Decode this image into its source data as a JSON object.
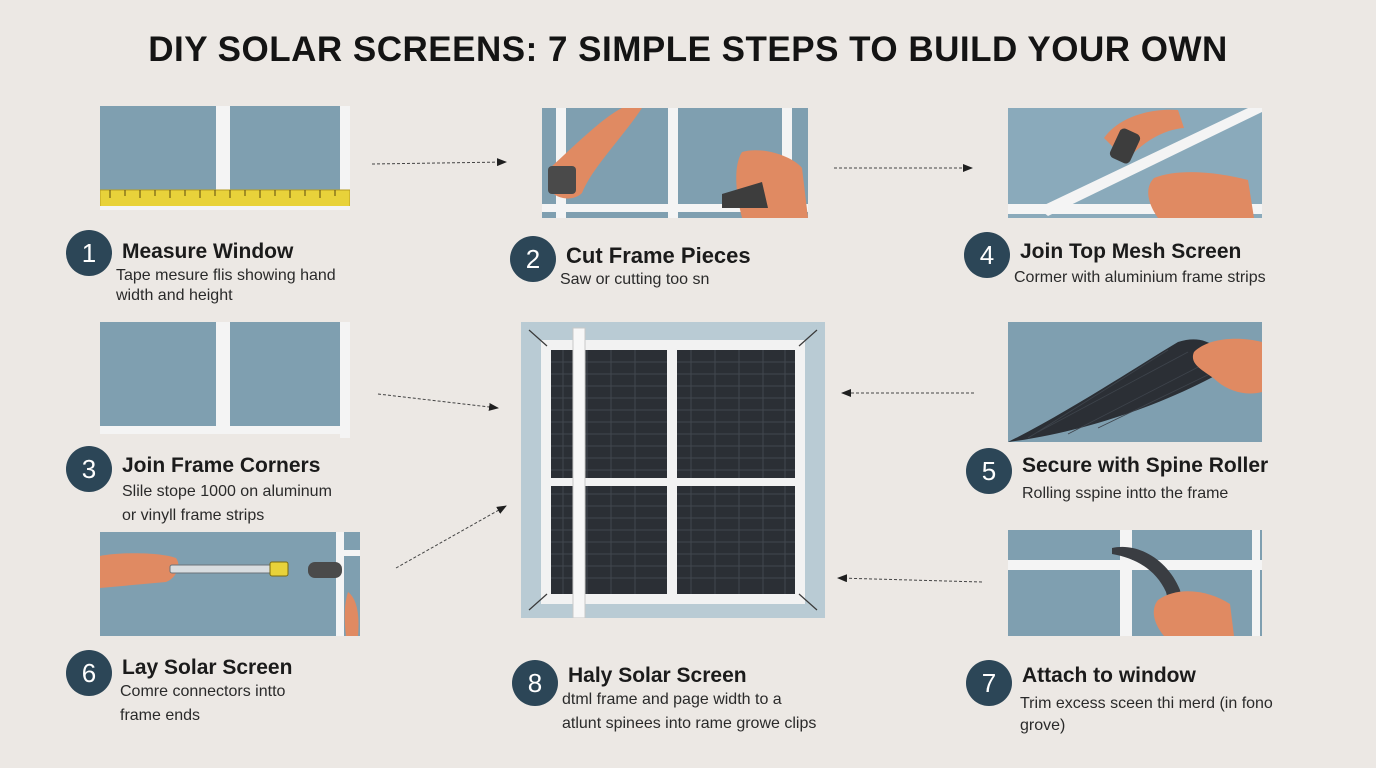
{
  "title": "DIY SOLAR SCREENS:  7 SIMPLE STEPS TO BUILD YOUR OWN",
  "colors": {
    "background": "#ece8e4",
    "panel_blue": "#7f9fb0",
    "badge": "#2c4657",
    "mesh": "#2b2f35",
    "skin": "#e08a62",
    "tape": "#e8d23a"
  },
  "steps": [
    {
      "number": "1",
      "title": "Measure Window",
      "desc_line1": "Tape mesure flis showing hand",
      "desc_line2": "width and height"
    },
    {
      "number": "2",
      "title": "Cut Frame Pieces",
      "desc_line1": "Saw or cutting too sn",
      "desc_line2": ""
    },
    {
      "number": "4",
      "title": "Join Top Mesh Screen",
      "desc_line1": "Cormer with aluminium frame strips",
      "desc_line2": ""
    },
    {
      "number": "3",
      "title": "Join Frame Corners",
      "desc_line1": "Slile stope 1000 on aluminum",
      "desc_line2": "or vinyll frame strips"
    },
    {
      "number": "5",
      "title": "Secure with Spine Roller",
      "desc_line1": "Rolling sspine intto the frame",
      "desc_line2": ""
    },
    {
      "number": "6",
      "title": "Lay Solar Screen",
      "desc_line1": "Comre connectors intto",
      "desc_line2": "frame ends"
    },
    {
      "number": "8",
      "title": "Haly Solar Screen",
      "desc_line1": "dtml frame and page width to a",
      "desc_line2": "atlunt spinees into rame growe clips"
    },
    {
      "number": "7",
      "title": "Attach to window",
      "desc_line1": "Trim excess sceen thi merd (in fono",
      "desc_line2": "grove)"
    }
  ]
}
